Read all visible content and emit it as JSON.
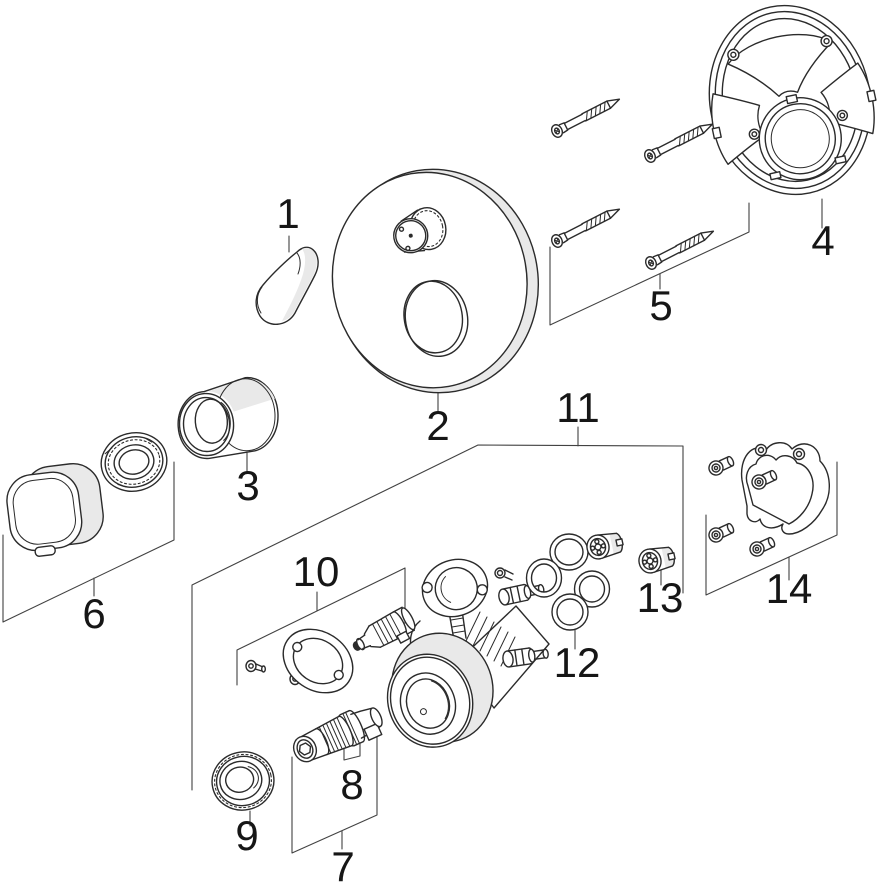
{
  "diagram": {
    "type": "exploded-parts-diagram",
    "colors": {
      "background": "#ffffff",
      "line": "#2b2b2b",
      "leader_line": "#424242",
      "shade": "#e9e9e9",
      "label_text": "#161616"
    },
    "parts": [
      {
        "number": "1",
        "name": "handle-lever-cap"
      },
      {
        "number": "2",
        "name": "escutcheon-faceplate"
      },
      {
        "number": "3",
        "name": "extension-sleeve"
      },
      {
        "number": "4",
        "name": "wall-mounting-ring"
      },
      {
        "number": "5",
        "name": "fixing-screws"
      },
      {
        "number": "6",
        "name": "handle-knob-with-adapter"
      },
      {
        "number": "7",
        "name": "cartridge-kit"
      },
      {
        "number": "8",
        "name": "thermostatic-cartridge"
      },
      {
        "number": "9",
        "name": "knurled-locking-nut"
      },
      {
        "number": "10",
        "name": "gasket-and-screw-kit"
      },
      {
        "number": "11",
        "name": "concealed-valve-body-kit"
      },
      {
        "number": "12",
        "name": "o-ring-set"
      },
      {
        "number": "13",
        "name": "check-valves"
      },
      {
        "number": "14",
        "name": "mounting-bracket-with-screws"
      }
    ]
  }
}
